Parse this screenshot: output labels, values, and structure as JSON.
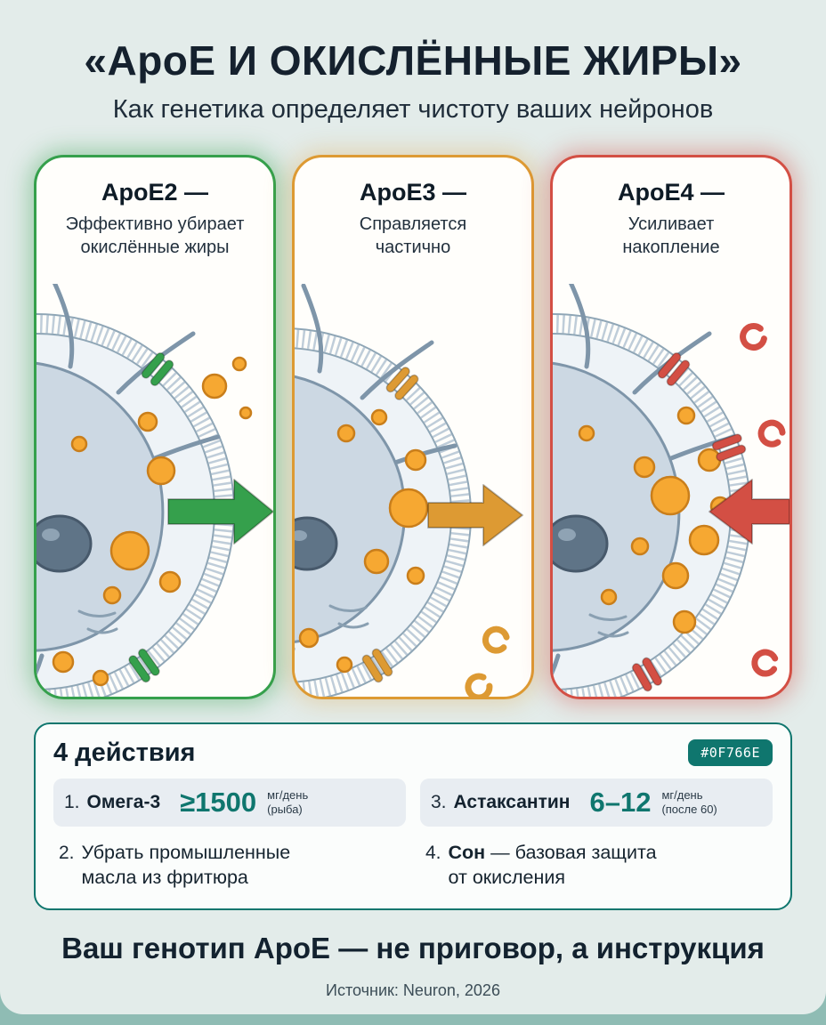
{
  "page": {
    "title": "«ApoE И ОКИСЛЁННЫЕ ЖИРЫ»",
    "subtitle": "Как генетика определяет чистоту ваших нейронов",
    "footer": "Ваш генотип ApoE — не приговор, а инструкция",
    "source": "Источник: Neuron, 2026",
    "background": "#e3ecea",
    "band_color": "#8fbcb4"
  },
  "cards": [
    {
      "title": "ApoE2 —",
      "desc_line1": "Эффективно убирает",
      "desc_line2": "окислённые жиры",
      "accent": "#35a04c",
      "glow": "rgba(53,160,76,0.42)"
    },
    {
      "title": "ApoE3 —",
      "desc_line1": "Справляется",
      "desc_line2": "частично",
      "accent": "#dd9a33",
      "glow": "rgba(221,154,51,0.30)"
    },
    {
      "title": "ApoE4 —",
      "desc_line1": "Усиливает",
      "desc_line2": "накопление",
      "accent": "#d34f44",
      "glow": "rgba(211,79,68,0.42)"
    }
  ],
  "actions": {
    "title": "4 действия",
    "badge": "#0F766E",
    "accent": "#0F766E",
    "items": [
      {
        "num": "1.",
        "label": "Омега-3",
        "value": "≥1500",
        "unit": "мг/день",
        "note": "(рыба)"
      },
      {
        "num": "3.",
        "label": "Астаксантин",
        "value": "6–12",
        "unit": "мг/день",
        "note": "(после 60)"
      },
      {
        "num": "2.",
        "line1": "Убрать промышленные",
        "line2": "масла из фритюра"
      },
      {
        "num": "4.",
        "bold": "Сон",
        "line1": "— базовая защита",
        "line2": "от окисления"
      }
    ]
  }
}
